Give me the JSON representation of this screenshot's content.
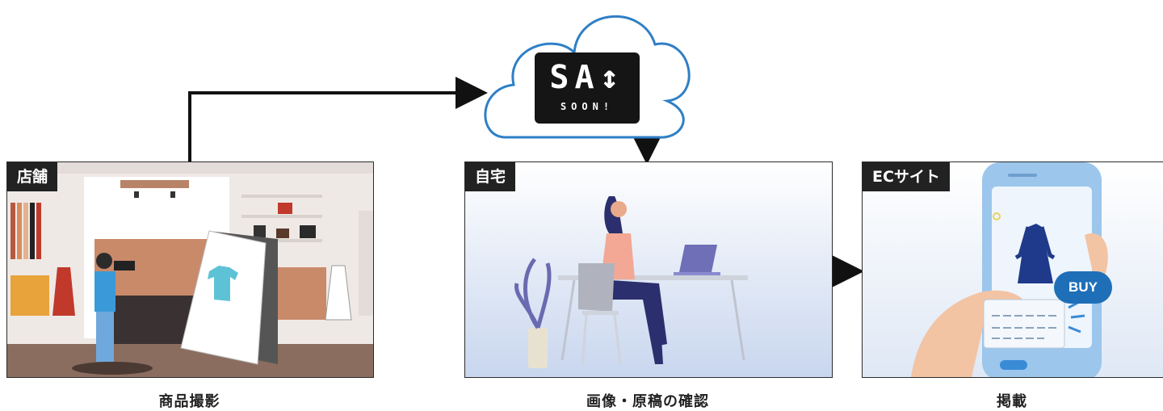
{
  "logo": {
    "main_text": "SA↕",
    "sub_text": "SOON!"
  },
  "panels": [
    {
      "tag": "店舗",
      "caption": "商品撮影"
    },
    {
      "tag": "自宅",
      "caption": "画像・原稿の確認"
    },
    {
      "tag": "ECサイト",
      "caption": "掲載"
    }
  ],
  "buy_label": "BUY",
  "colors": {
    "cloud_stroke": "#2f7fc6",
    "logo_bg": "#151515",
    "arrow": "#111111",
    "buy_bg": "#1e6fb8"
  }
}
